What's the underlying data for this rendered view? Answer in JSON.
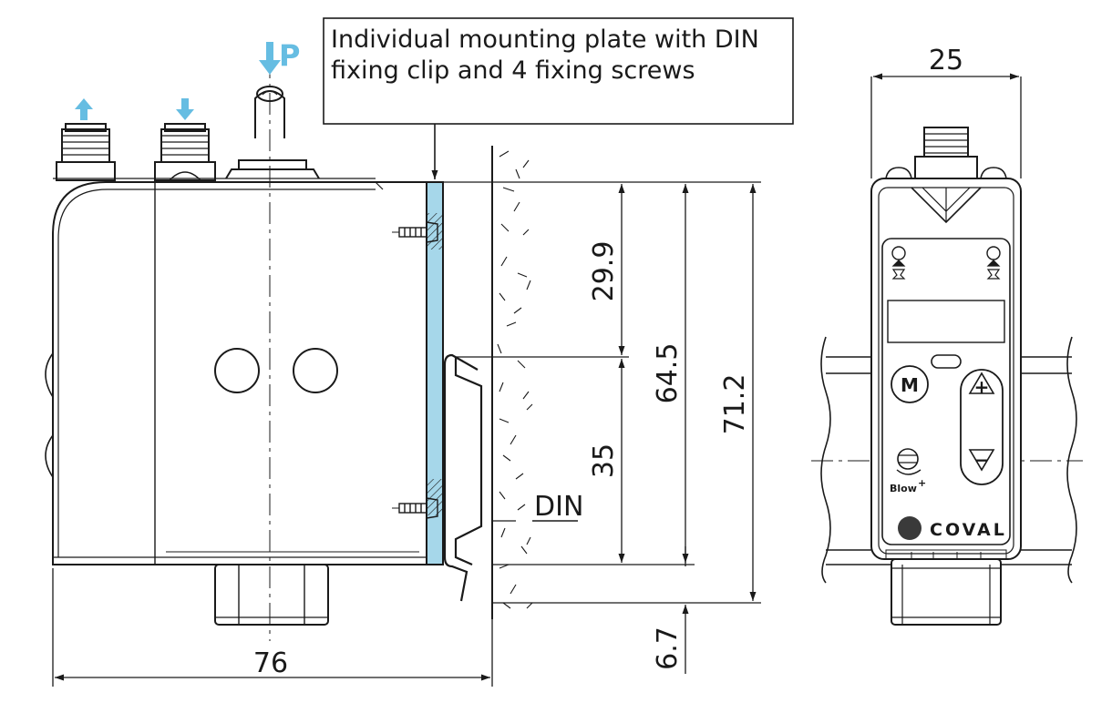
{
  "callout": {
    "line1": "Individual mounting plate with DIN",
    "line2": "fixing clip and 4 fixing screws"
  },
  "labels": {
    "pressure": "P",
    "din": "DIN",
    "blow": "Blow",
    "blow_sup": "+",
    "brand": "COVAL",
    "mode_button": "M",
    "plus_button": "+",
    "minus_button": "−"
  },
  "dimensions": {
    "width_front": "25",
    "height_upper": "29.9",
    "height_lower": "35",
    "height_total": "64.5",
    "height_overall": "71.2",
    "rail_offset": "6.7",
    "length": "76"
  },
  "colors": {
    "plate": "#a6d7ea",
    "arrow": "#66bde2",
    "line": "#1a1a1a"
  },
  "icons": {
    "exhaust_arrow": "arrow-up-icon",
    "vacuum_arrow": "arrow-down-icon",
    "pressure_arrow": "arrow-down-icon",
    "blow_knob": "blow-screw-icon"
  }
}
